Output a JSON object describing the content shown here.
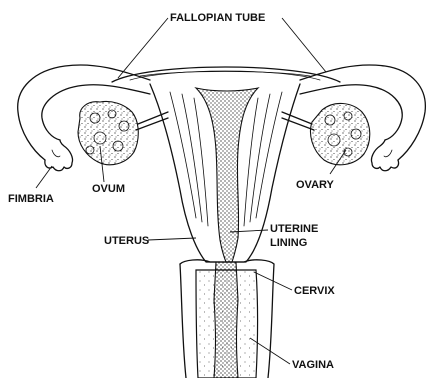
{
  "labels": {
    "fallopian_tube": "FALLOPIAN TUBE",
    "fimbria": "FIMBRIA",
    "ovum": "OVUM",
    "ovary": "OVARY",
    "uterus": "UTERUS",
    "uterine_lining_line1": "UTERINE",
    "uterine_lining_line2": "LINING",
    "cervix": "CERVIX",
    "vagina": "VAGINA"
  }
}
